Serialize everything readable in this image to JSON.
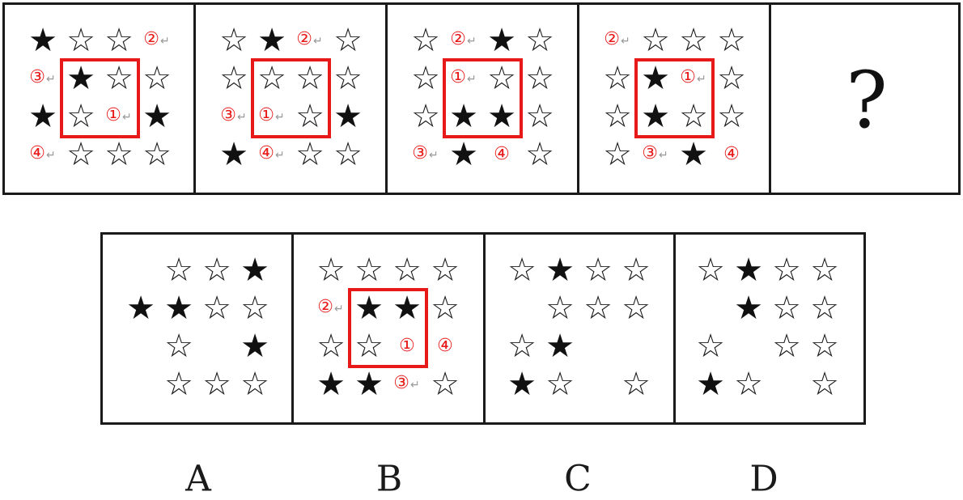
{
  "question_panels": [
    {
      "cells": [
        "f",
        "o",
        "o",
        null,
        null,
        "f",
        "o",
        "o",
        "f",
        "o",
        null,
        "f",
        null,
        "o",
        "o",
        "o"
      ],
      "highlight": true,
      "markers": [
        {
          "label": "②",
          "arrow": "after",
          "pos": [
            3,
            0
          ]
        },
        {
          "label": "③",
          "arrow": "after",
          "pos": [
            0,
            1
          ]
        },
        {
          "label": "①",
          "arrow": "after",
          "pos": [
            2,
            2
          ]
        },
        {
          "label": "④",
          "arrow": "after",
          "pos": [
            0,
            3
          ]
        }
      ]
    },
    {
      "cells": [
        "o",
        "f",
        null,
        "o",
        "o",
        "o",
        "o",
        "o",
        null,
        null,
        "o",
        "f",
        "f",
        null,
        "o",
        "o"
      ],
      "highlight": true,
      "markers": [
        {
          "label": "②",
          "arrow": "after",
          "pos": [
            2,
            0
          ]
        },
        {
          "label": "③",
          "arrow": "after",
          "pos": [
            0,
            2
          ]
        },
        {
          "label": "①",
          "arrow": "after",
          "pos": [
            1,
            2
          ]
        },
        {
          "label": "④",
          "arrow": "after",
          "pos": [
            1,
            3
          ]
        }
      ]
    },
    {
      "cells": [
        "o",
        null,
        "f",
        "o",
        "o",
        null,
        "o",
        "o",
        "o",
        "f",
        "f",
        "o",
        null,
        "f",
        null,
        "o"
      ],
      "highlight": true,
      "markers": [
        {
          "label": "②",
          "arrow": "after",
          "pos": [
            1,
            0
          ]
        },
        {
          "label": "①",
          "arrow": "after",
          "pos": [
            1,
            1
          ]
        },
        {
          "label": "③",
          "arrow": "after",
          "pos": [
            0,
            3
          ]
        },
        {
          "label": "④",
          "arrow": "none",
          "pos": [
            2,
            3
          ]
        }
      ]
    },
    {
      "cells": [
        null,
        "o",
        "o",
        "o",
        "o",
        "f",
        null,
        "o",
        "o",
        "f",
        "o",
        "o",
        "o",
        null,
        "f",
        null
      ],
      "highlight": true,
      "markers": [
        {
          "label": "②",
          "arrow": "after",
          "pos": [
            0,
            0
          ]
        },
        {
          "label": "①",
          "arrow": "after",
          "pos": [
            2,
            1
          ]
        },
        {
          "label": "③",
          "arrow": "after",
          "pos": [
            1,
            3
          ]
        },
        {
          "label": "④",
          "arrow": "none",
          "pos": [
            3,
            3
          ]
        }
      ]
    }
  ],
  "question_mark": "?",
  "options": [
    {
      "label": "A",
      "cells": [
        null,
        "o",
        "o",
        "f",
        "f",
        "f",
        "o",
        "o",
        null,
        "o",
        null,
        "f",
        null,
        "o",
        "o",
        "o"
      ],
      "highlight": false,
      "markers": []
    },
    {
      "label": "B",
      "cells": [
        "o",
        "o",
        "o",
        "o",
        null,
        "f",
        "f",
        "o",
        "o",
        "o",
        null,
        null,
        "f",
        "f",
        null,
        "o"
      ],
      "highlight": true,
      "markers": [
        {
          "label": "②",
          "arrow": "after",
          "pos": [
            0,
            1
          ]
        },
        {
          "label": "①",
          "arrow": "none",
          "pos": [
            2,
            2
          ]
        },
        {
          "label": "④",
          "arrow": "none",
          "pos": [
            3,
            2
          ]
        },
        {
          "label": "③",
          "arrow": "after",
          "pos": [
            2,
            3
          ]
        }
      ]
    },
    {
      "label": "C",
      "cells": [
        "o",
        "f",
        "o",
        "o",
        null,
        "o",
        "o",
        "o",
        "o",
        "f",
        null,
        null,
        "f",
        "o",
        null,
        "o"
      ],
      "highlight": false,
      "markers": []
    },
    {
      "label": "D",
      "cells": [
        "o",
        "f",
        "o",
        "o",
        null,
        "f",
        "o",
        "o",
        "o",
        null,
        "o",
        "o",
        "f",
        "o",
        null,
        "o"
      ],
      "highlight": false,
      "markers": []
    }
  ],
  "glyphs": {
    "filled": "★",
    "outline": "☆",
    "arrow": "↵"
  },
  "colors": {
    "marker": "#e81919",
    "highlight": "#e81919",
    "star": "#111111",
    "border": "#1a1a1a"
  }
}
